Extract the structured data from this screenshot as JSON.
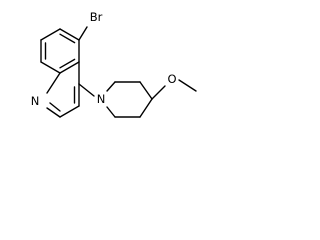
{
  "molecule": {
    "atoms": {
      "bromine": "Br",
      "quinoline_nitrogen": "N",
      "piperidine_nitrogen": "N",
      "oxygen": "O"
    }
  }
}
